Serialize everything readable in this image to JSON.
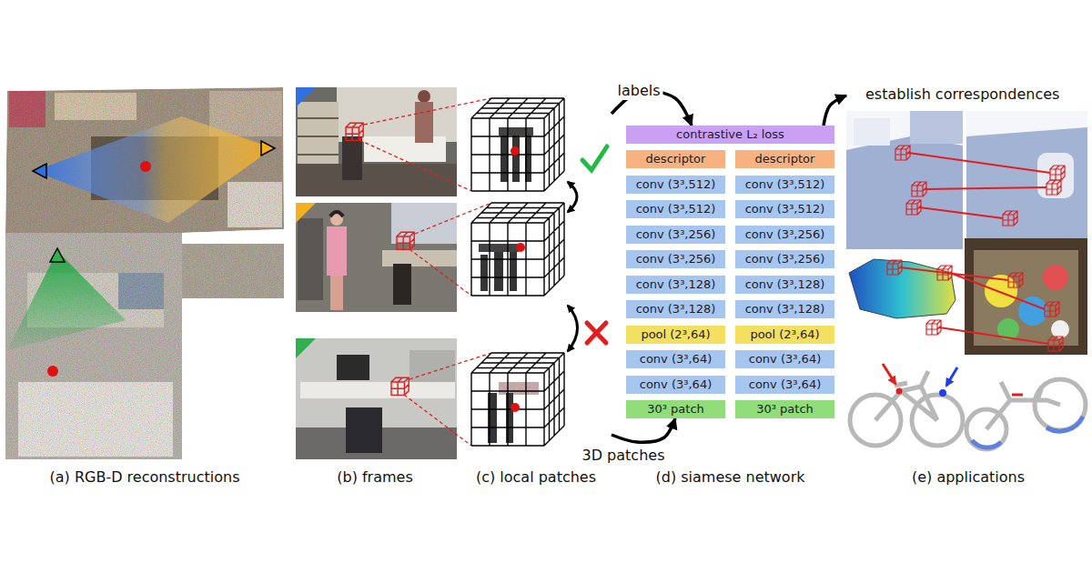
{
  "diagram": {
    "nodes": [
      {
        "text": [
          "(a) RGB-D reconstructions"
        ]
      },
      {
        "text": [
          "(b) frames"
        ]
      },
      {
        "text": [
          "(c) local patches"
        ]
      },
      {
        "text": [
          "(d) siamese network"
        ]
      },
      {
        "text": [
          "contrastive L₂ loss"
        ],
        "in": 3
      },
      {
        "text": [
          "descriptor"
        ],
        "in": 3
      },
      {
        "text": [
          "descriptor"
        ],
        "in": 3
      },
      {
        "text": [
          "conv (3³,512)"
        ],
        "in": 3
      },
      {
        "text": [
          "conv (3³,512)"
        ],
        "in": 3
      },
      {
        "text": [
          "conv (3³,512)"
        ],
        "in": 3
      },
      {
        "text": [
          "conv (3³,512)"
        ],
        "in": 3
      },
      {
        "text": [
          "conv (3³,256)"
        ],
        "in": 3
      },
      {
        "text": [
          "conv (3³,256)"
        ],
        "in": 3
      },
      {
        "text": [
          "conv (3³,256)"
        ],
        "in": 3
      },
      {
        "text": [
          "conv (3³,256)"
        ],
        "in": 3
      },
      {
        "text": [
          "conv (3³,128)"
        ],
        "in": 3
      },
      {
        "text": [
          "conv (3³,128)"
        ],
        "in": 3
      },
      {
        "text": [
          "conv (3³,128)"
        ],
        "in": 3
      },
      {
        "text": [
          "conv (3³,128)"
        ],
        "in": 3
      },
      {
        "text": [
          "pool (2³,64)"
        ],
        "in": 3
      },
      {
        "text": [
          "pool (2³,64)"
        ],
        "in": 3
      },
      {
        "text": [
          "conv (3³,64)"
        ],
        "in": 3
      },
      {
        "text": [
          "conv (3³,64)"
        ],
        "in": 3
      },
      {
        "text": [
          "conv (3³,64)"
        ],
        "in": 3
      },
      {
        "text": [
          "conv (3³,64)"
        ],
        "in": 3
      },
      {
        "text": [
          "30³ patch"
        ],
        "in": 3
      },
      {
        "text": [
          "30³ patch"
        ],
        "in": 3
      },
      {
        "text": [
          "(e) applications"
        ]
      }
    ],
    "edges": [
      {
        "from": 2,
        "to": 4,
        "label": "labels",
        "arrow": "to"
      },
      {
        "from": 2,
        "to": 25,
        "label": "3D patches",
        "arrow": "to"
      },
      {
        "from": 4,
        "to": 27,
        "label": "establish correspondences",
        "arrow": "to"
      }
    ]
  }
}
